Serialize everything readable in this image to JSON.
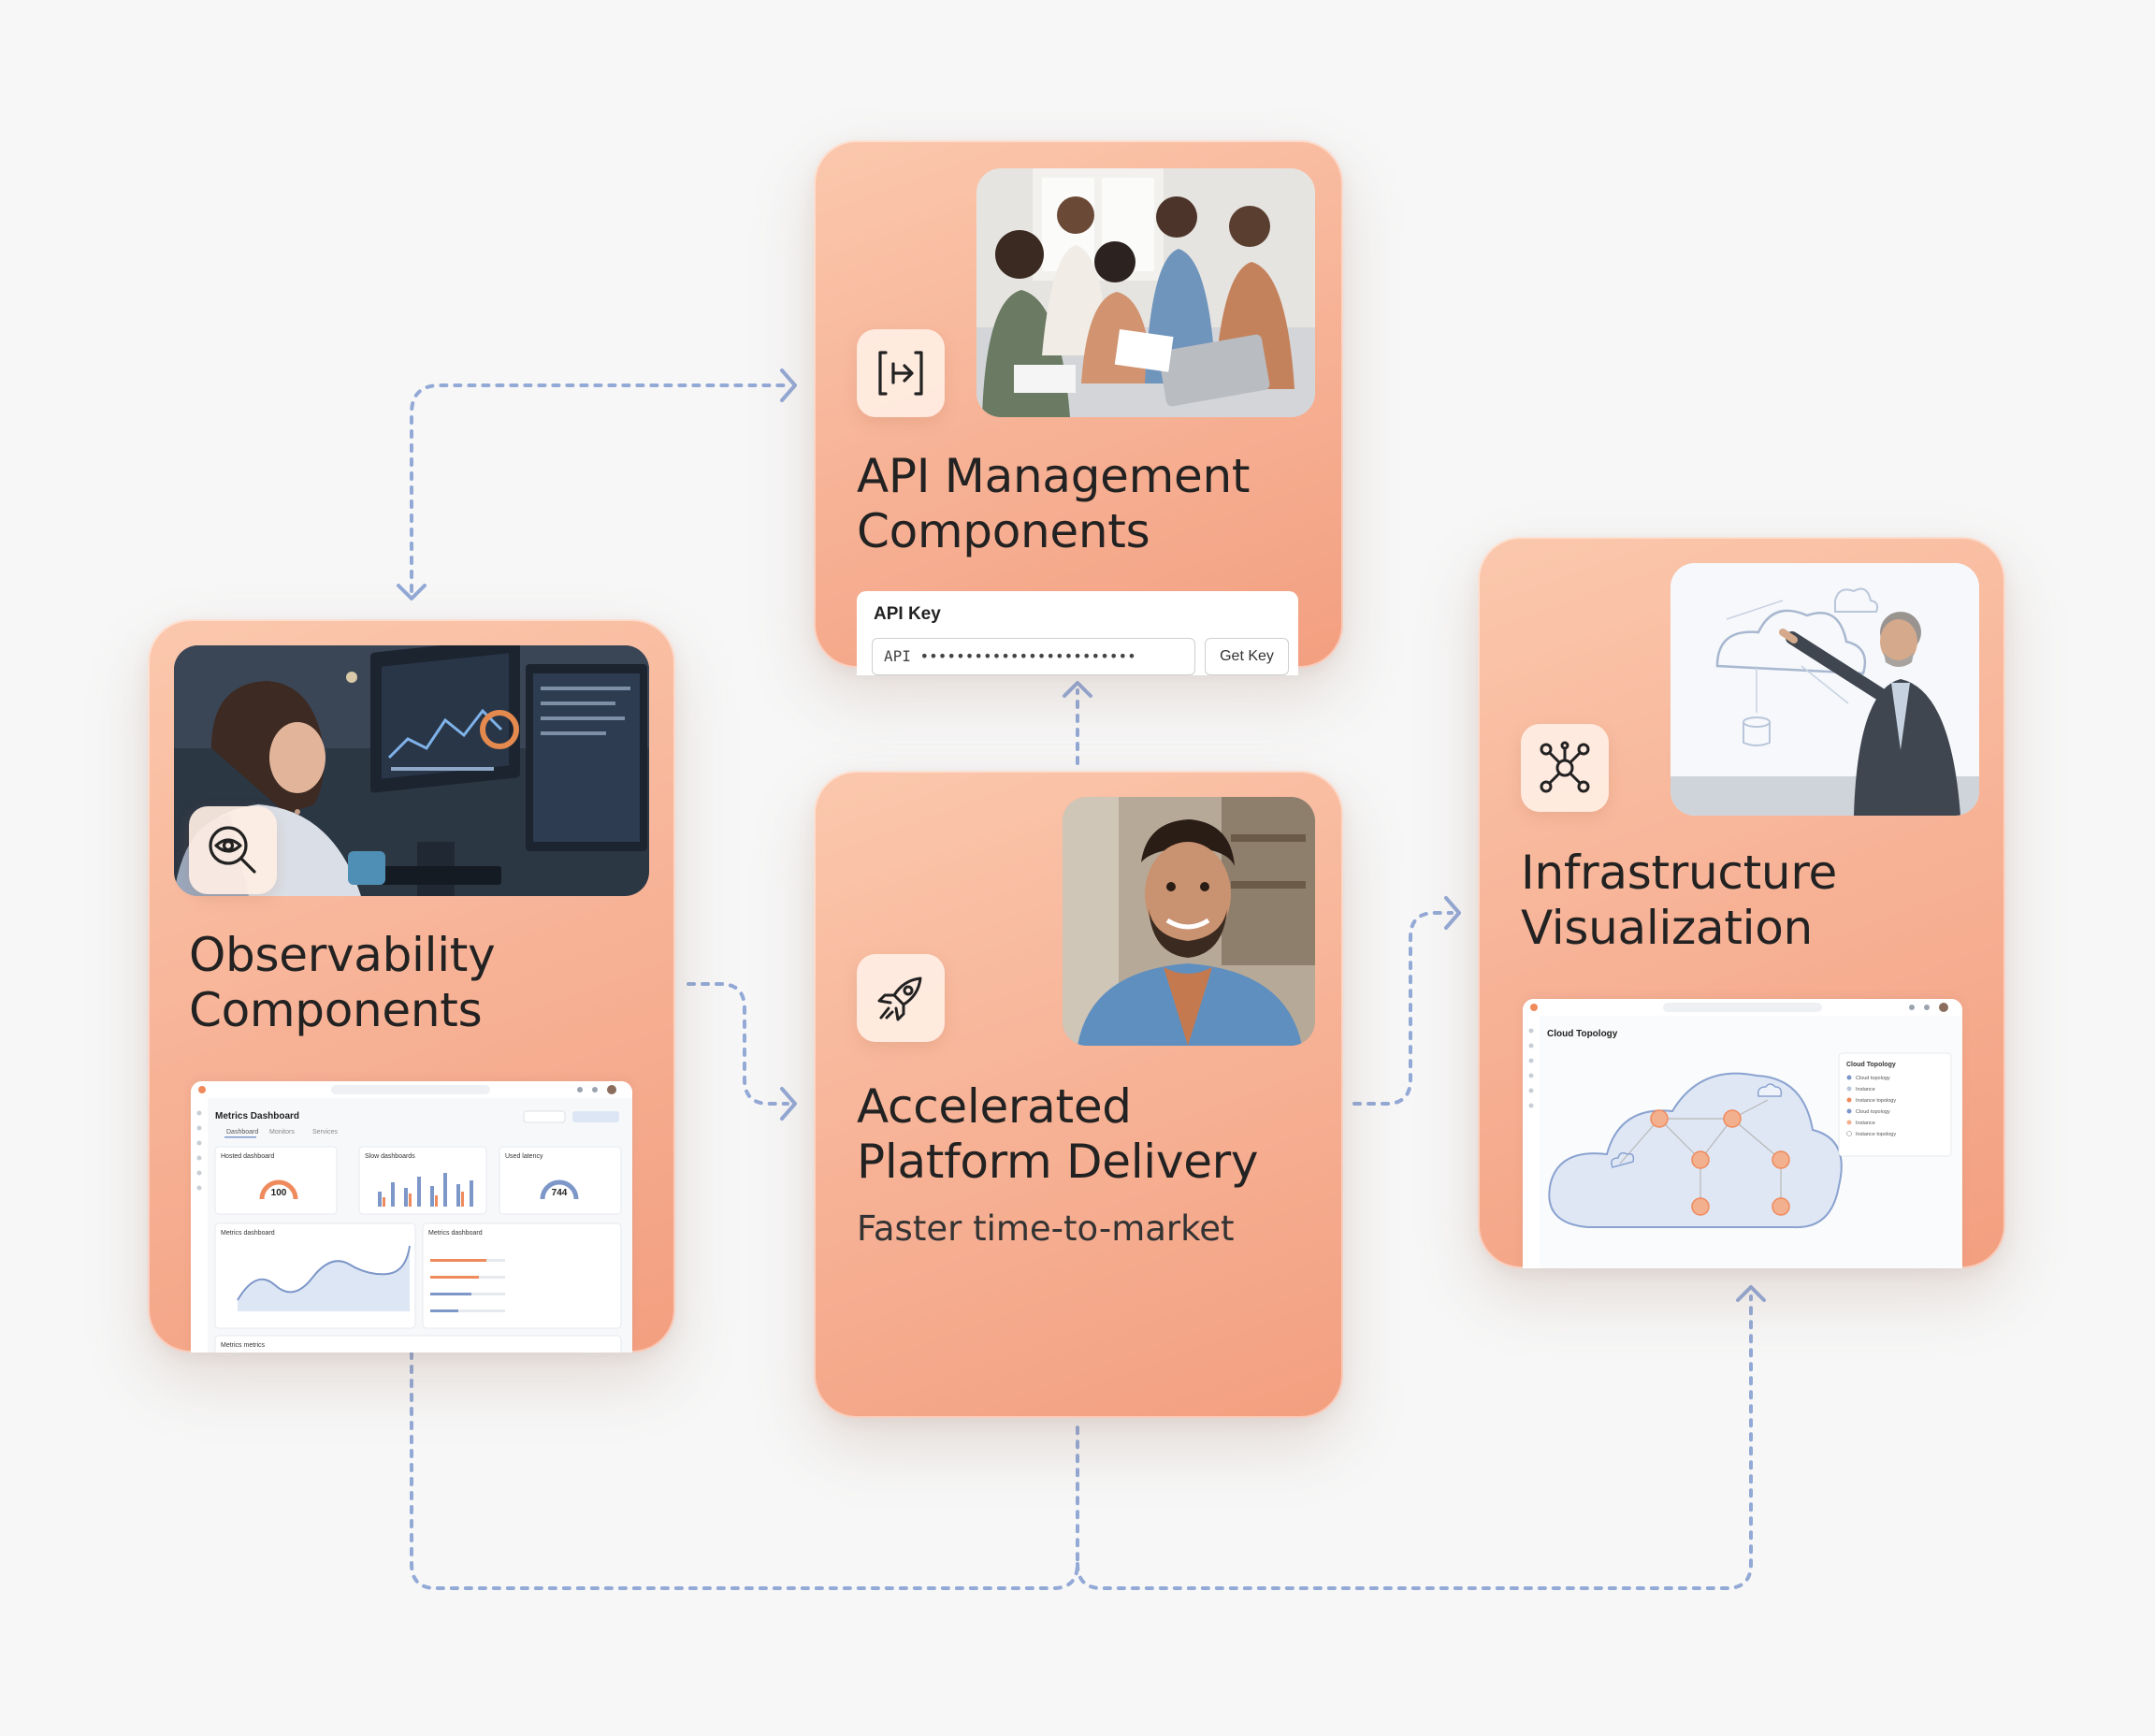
{
  "cards": {
    "api": {
      "title_line1": "API Management",
      "title_line2": "Components",
      "icon": "api-arrows-icon"
    },
    "observability": {
      "title_line1": "Observability",
      "title_line2": "Components",
      "icon": "eye-search-icon"
    },
    "delivery": {
      "title_line1": "Accelerated",
      "title_line2": "Platform Delivery",
      "subtitle": "Faster time-to-market",
      "icon": "rocket-icon"
    },
    "infrastructure": {
      "title_line1": "Infrastructure",
      "title_line2": "Visualization",
      "icon": "network-nodes-icon"
    }
  },
  "api_key_widget": {
    "label": "API Key",
    "value": "API ••••••••••••••••••••••••",
    "button": "Get Key"
  },
  "metrics_dashboard": {
    "title": "Metrics Dashboard",
    "tabs": [
      "Dashboard",
      "Monitors",
      "Services"
    ],
    "card1": {
      "title": "Hosted dashboard",
      "value": "100"
    },
    "card2": {
      "title": "Slow dashboards"
    },
    "card3": {
      "title": "Used latency",
      "value": "744"
    },
    "chart_title": "Metrics dashboard",
    "table_title": "Metrics dashboard",
    "footer_title": "Metrics metrics"
  },
  "cloud_topology": {
    "title": "Cloud Topology",
    "legend_title": "Cloud Topology",
    "legend_items": [
      "Cloud topology",
      "Instance",
      "Instance topology",
      "Cloud topology",
      "Instance",
      "Instance topology"
    ]
  },
  "colors": {
    "card_gradient_start": "#fbc8ad",
    "card_gradient_end": "#f39f80",
    "connector": "#93a9d6",
    "accent_orange": "#ef8a5c",
    "accent_blue": "#7d97c9"
  }
}
